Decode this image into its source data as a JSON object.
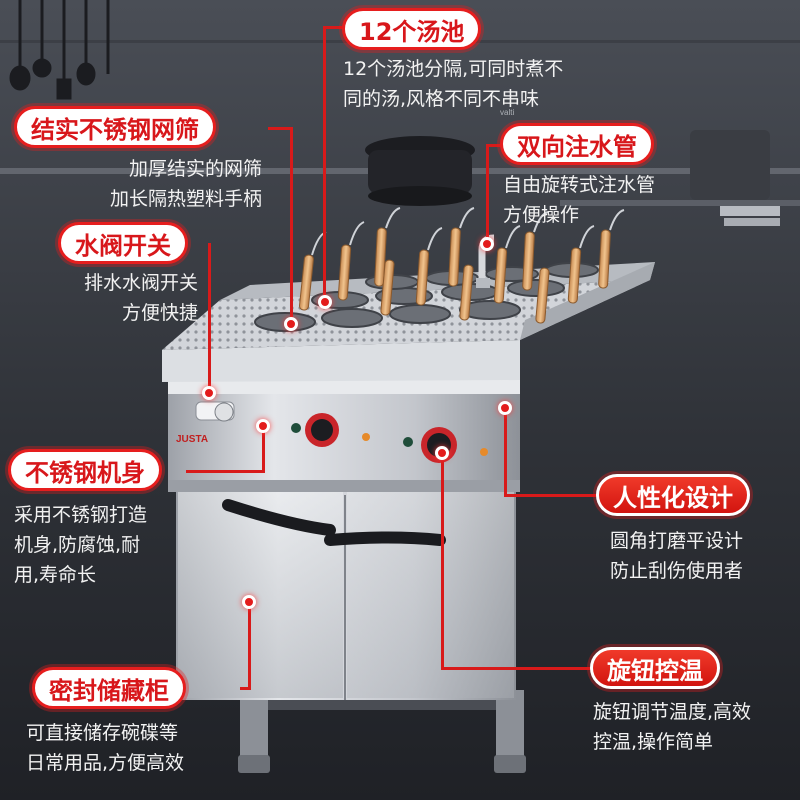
{
  "brand": "JUSTA",
  "model_mark": "valti",
  "features": {
    "soup_pools": {
      "title": "12个汤池",
      "lines": [
        "12个汤池分隔,可同时煮不",
        "同的汤,风格不同不串味"
      ]
    },
    "mesh": {
      "title": "结实不锈钢网筛",
      "lines": [
        "加厚结实的网筛",
        "加长隔热塑料手柄"
      ]
    },
    "faucet": {
      "title": "双向注水管",
      "lines": [
        "自由旋转式注水管",
        "方便操作"
      ]
    },
    "valve": {
      "title": "水阀开关",
      "lines": [
        "排水水阀开关",
        "方便快捷"
      ]
    },
    "body": {
      "title": "不锈钢机身",
      "lines": [
        "采用不锈钢打造",
        "机身,防腐蚀,耐",
        "用,寿命长"
      ]
    },
    "design": {
      "title": "人性化设计",
      "lines": [
        "圆角打磨平设计",
        "防止刮伤使用者"
      ]
    },
    "knob": {
      "title": "旋钮控温",
      "lines": [
        "旋钮调节温度,高效",
        "控温,操作简单"
      ]
    },
    "cabinet": {
      "title": "密封储藏柜",
      "lines": [
        "可直接储存碗碟等",
        "日常用品,方便高效"
      ]
    }
  },
  "colors": {
    "accent": "#e61e1e",
    "background": "#2a2d33",
    "steel": "#c9ccd1"
  }
}
